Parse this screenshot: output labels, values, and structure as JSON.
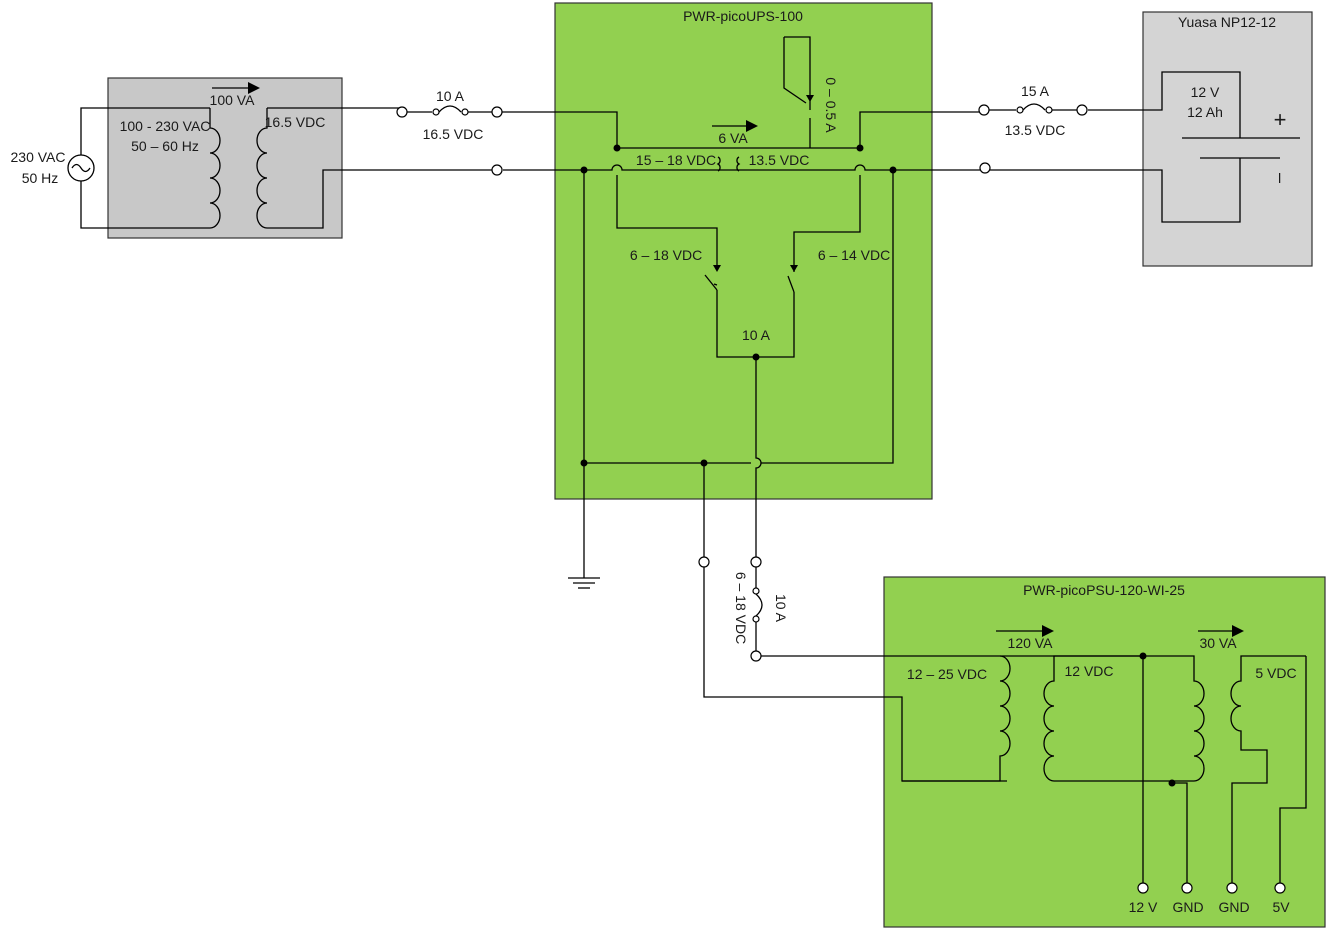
{
  "colors": {
    "module_fill": "#92d050",
    "supply_fill": "#c8c8c8",
    "battery_fill": "#d4d4d4"
  },
  "source": {
    "voltage": "230 VAC",
    "frequency": "50 Hz",
    "icon": "ac-source-icon"
  },
  "supply": {
    "power": "100 VA",
    "input_range": "100 - 230 VAC",
    "freq_range": "50 – 60 Hz",
    "output": "16.5 VDC"
  },
  "fuse_in": {
    "current": "10 A",
    "voltage": "16.5 VDC"
  },
  "ups": {
    "title": "PWR-picoUPS-100",
    "charger_power": "6 VA",
    "charger_in": "15 – 18 VDC",
    "charger_out": "13.5 VDC",
    "charge_current": "0 – 0.5 A",
    "switch_in_range": "6 – 18 VDC",
    "switch_batt_range": "6 – 14 VDC",
    "output_current": "10 A"
  },
  "fuse_batt": {
    "current": "15 A",
    "voltage": "13.5 VDC"
  },
  "battery": {
    "title": "Yuasa NP12-12",
    "voltage": "12 V",
    "capacity": "12 Ah",
    "plus": "+",
    "minus": "–"
  },
  "fuse_out": {
    "current": "10 A",
    "voltage": "6 – 18 VDC"
  },
  "psu": {
    "title": "PWR-picoPSU-120-WI-25",
    "stage1_power": "120 VA",
    "stage1_in": "12 – 25 VDC",
    "stage1_out": "12 VDC",
    "stage2_power": "30 VA",
    "stage2_out": "5 VDC",
    "outputs": [
      "12 V",
      "GND",
      "GND",
      "5V"
    ]
  }
}
